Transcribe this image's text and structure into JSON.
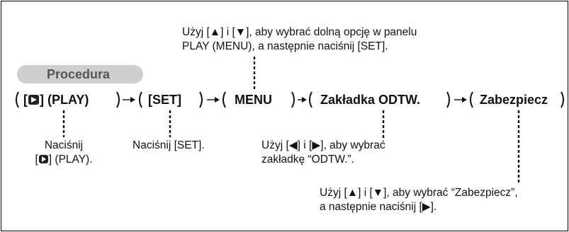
{
  "procedure_label": "Procedura",
  "steps": [
    {
      "label": "(PLAY)",
      "prefix": "[",
      "suffix": "]"
    },
    {
      "label": "[SET]"
    },
    {
      "label": "MENU"
    },
    {
      "label": "Zakładka ODTW."
    },
    {
      "label": "Zabezpiecz"
    }
  ],
  "notes": {
    "top_line1": "Użyj [▲] i [▼], aby wybrać dolną opcję w panelu",
    "top_line2": "PLAY (MENU), a następnie naciśnij [SET].",
    "play_line1": "Naciśnij",
    "play_line2_suffix": "(PLAY).",
    "play_line2_open": "[",
    "play_line2_close": "]",
    "set": "Naciśnij [SET].",
    "tab_line1": "Użyj [◀] i [▶], aby wybrać",
    "tab_line2": "zakładkę “ODTW.”.",
    "protect_line1": "Użyj [▲] i [▼], aby wybrać “Zabezpiecz”,",
    "protect_line2": "a następnie naciśnij [▶]."
  },
  "arrow_glyph": "→"
}
